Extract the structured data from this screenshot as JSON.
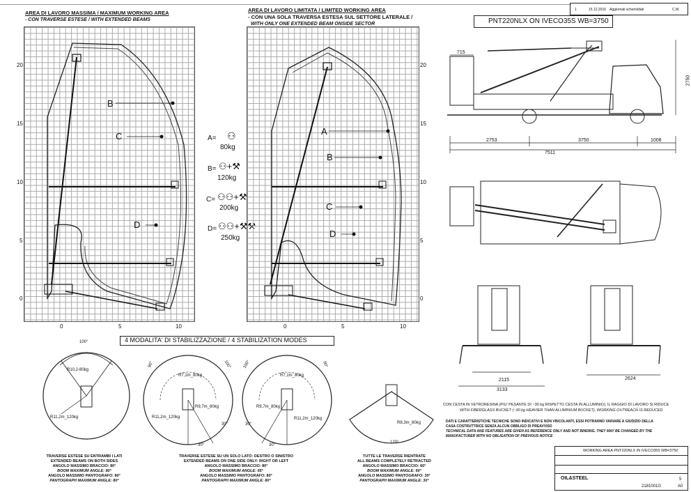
{
  "header_left": {
    "line1": "AREA DI LAVORO MASSIMA / MAXIMUM WORKING AREA",
    "line2": "- CON TRAVERSE ESTESE / WITH EXTENDED BEAMS"
  },
  "header_mid": {
    "line1": "AREA DI LAVORO LIMITATA / LIMITED WORKING AREA",
    "line2": "- CON UNA SOLA TRAVERSA ESTESA SUL SETTORE LATERALE /",
    "line3": "WITH ONLY ONE EXTENDED BEAM ONSIDE SECTOR"
  },
  "title_box": "PNT220NLX ON IVECO35S WB=3750",
  "revision": {
    "rev": "1",
    "date": "15.12.2016",
    "desc": "Aggiornati schemi/dati",
    "author": "C.M."
  },
  "y_ticks": [
    "20",
    "15",
    "10",
    "5",
    "0"
  ],
  "x_ticks": [
    "0",
    "5",
    "10"
  ],
  "left_chart_labels": [
    "B",
    "C",
    "D"
  ],
  "right_chart_labels": [
    "A",
    "B",
    "C",
    "D"
  ],
  "loads": [
    {
      "key": "A=",
      "value": "80kg"
    },
    {
      "key": "B=",
      "value": "120kg"
    },
    {
      "key": "C=",
      "value": "200kg"
    },
    {
      "key": "D=",
      "value": "250kg"
    }
  ],
  "dimensions": {
    "height": "2750",
    "front": "715",
    "a": "2753",
    "wb": "3750",
    "c": "1008",
    "total": "7511",
    "w1": "2115",
    "w2": "3133",
    "w3": "2624"
  },
  "stab_title": "4 MODALITA' DI STABILIZZAZIONE / 4 STABILIZATION MODES",
  "modes": [
    {
      "angle_top": "100°",
      "r1": "R10,2-80kg",
      "r2": "R11,2m_120kg",
      "footer": [
        "TRAVERSE ESTESE SU ENTRAMBI I LATI",
        "EXTENDED BEAMS ON BOTH SIDES",
        "ANGOLO MASSIMO BRACCIO: 80°",
        "BOOM MAXIMUM ANGLE: 80°",
        "ANGOLO MASSIMO PANTOGRAFO: 80°",
        "PANTOGRAPH MAXIMUM ANGLE: 80°"
      ]
    },
    {
      "angle_a": "90°",
      "angle_b": "100°",
      "angle_c": "30°",
      "angle_d": "30°",
      "r1": "R7,1m_80kg",
      "r2": "R9,7m_80kg",
      "r3": "R11,2m_120kg"
    },
    {
      "angle_a": "100°",
      "angle_b": "90°",
      "angle_c": "30°",
      "angle_d": "30°",
      "r1": "R7,1m_80kg",
      "r2": "R9,7m_80kg",
      "r3": "R11,2m_120kg"
    },
    {
      "angle_top": "120°",
      "r1": "R8,3m_80kg",
      "footer": [
        "TUTTE LE TRAVERSE RIENTRATE",
        "ALL BEAMS COMPLETELY RETRACTED",
        "ANGOLO MASSIMO BRACCIO: 60°",
        "BOOM MAXIMUM ANGLE: 60°",
        "ANGOLO MASSIMO PANTOGRAFO: 30°",
        "PANTOGRAPH MAXIMUM ANGLE: 30°"
      ]
    }
  ],
  "mid_footer": [
    "TRAVERSE ESTESE SU UN SOLO LATO: DESTRO O SINISTRO",
    "EXTENDED BEAMS ON ONE SIDE ONLY: RIGHT OR LEFT",
    "ANGOLO MASSIMO BRACCIO: 80°",
    "BOOM MAXIMUM ANGLE: 65°",
    "ANGOLO MASSIMO PANTOGRAFO: 80°",
    "PANTOGRAPH MAXIMUM ANGLE: 80°"
  ],
  "note_fiberglass": [
    "CON CESTA IN VETRORESINA (PIU' PESANTE DI ~30 kg RISPETTO CESTA IN ALLUMINIO), IL RAGGIO DI LAVORO SI RIDUCE",
    "WITH FIBERGLASS BUCKET (~30 kg HEAVIER THAN ALUMINIUM BUCKET), WORKING OUTREACH IS REDUCED"
  ],
  "note_data": [
    "DATI E CARATTERISTICHE TECNICHE SONO INDICATIVI E NON VINCOLANTI, ESSI POTRANNO VARIARE A GIUDIZIO DELLA",
    "CASA COSTRUTTRICE SENZA ALCUN OBBLIGO DI PREAVVISO",
    "TECHNICAL DATA AND FEATURES ARE GIVEN AS REFERENCE ONLY AND NOT BINDING. THEY MAY BE CHANGED BY THE",
    "MANUFACTURER WITH NO OBLIGATION OF PREVIOUS NOTICE"
  ],
  "title_block": {
    "name": "WORKING AREA PNT220NLX IN IVECO35S WB=3750",
    "code": "2181001G",
    "scale": "A0",
    "sheet": "5",
    "brand": "OIL&STEEL"
  },
  "colors": {
    "line": "#222222",
    "grid": "#aaaaaa",
    "envelope": "#333333"
  }
}
